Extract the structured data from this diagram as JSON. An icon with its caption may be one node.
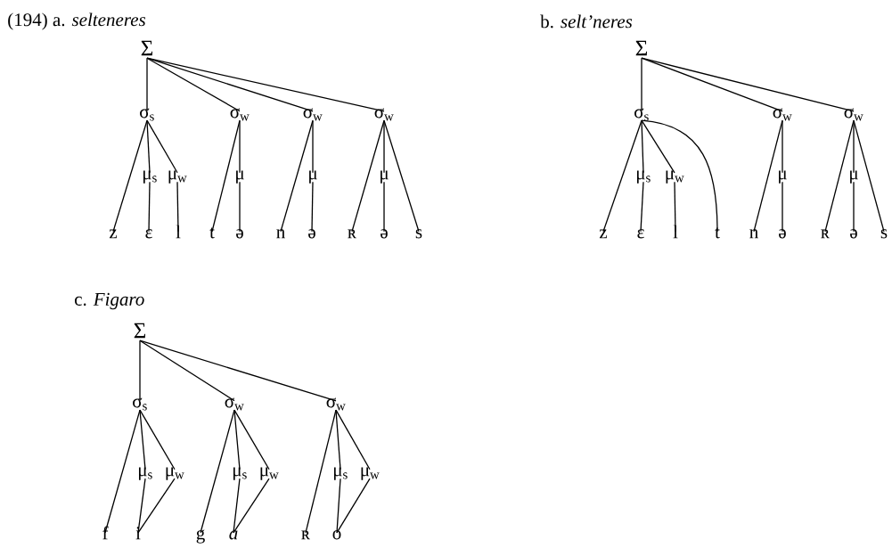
{
  "diagram": {
    "nodes": [
      {
        "text": [
          "Σ"
        ]
      },
      {
        "text": [
          "σ$_{s}$"
        ]
      },
      {
        "text": [
          "σ$_{w}$"
        ]
      },
      {
        "text": [
          "σ$_{w}$"
        ]
      },
      {
        "text": [
          "σ$_{w}$"
        ]
      },
      {
        "text": [
          "μ$_{s}$"
        ]
      },
      {
        "text": [
          "μ$_{w}$"
        ]
      },
      {
        "text": [
          "μ"
        ]
      },
      {
        "text": [
          "μ"
        ]
      },
      {
        "text": [
          "μ"
        ]
      },
      {
        "text": [
          "z"
        ]
      },
      {
        "text": [
          "ɛ"
        ]
      },
      {
        "text": [
          "l"
        ]
      },
      {
        "text": [
          "t"
        ]
      },
      {
        "text": [
          "ə"
        ]
      },
      {
        "text": [
          "n"
        ]
      },
      {
        "text": [
          "ə"
        ]
      },
      {
        "text": [
          "ʀ"
        ]
      },
      {
        "text": [
          "ə"
        ]
      },
      {
        "text": [
          "s"
        ]
      },
      {
        "text": [
          "Σ"
        ]
      },
      {
        "text": [
          "σ$_{s}$"
        ]
      },
      {
        "text": [
          "σ$_{w}$"
        ]
      },
      {
        "text": [
          "σ$_{w}$"
        ]
      },
      {
        "text": [
          "μ$_{s}$"
        ]
      },
      {
        "text": [
          "μ$_{w}$"
        ]
      },
      {
        "text": [
          "μ"
        ]
      },
      {
        "text": [
          "μ"
        ]
      },
      {
        "text": [
          "z"
        ]
      },
      {
        "text": [
          "ɛ"
        ]
      },
      {
        "text": [
          "l"
        ]
      },
      {
        "text": [
          "t"
        ]
      },
      {
        "text": [
          "n"
        ]
      },
      {
        "text": [
          "ə"
        ]
      },
      {
        "text": [
          "ʀ"
        ]
      },
      {
        "text": [
          "ə"
        ]
      },
      {
        "text": [
          "s"
        ]
      },
      {
        "text": [
          "Σ"
        ]
      },
      {
        "text": [
          "σ$_{s}$"
        ]
      },
      {
        "text": [
          "σ$_{w}$"
        ]
      },
      {
        "text": [
          "σ$_{w}$"
        ]
      },
      {
        "text": [
          "μ$_{s}$"
        ]
      },
      {
        "text": [
          "μ$_{w}$"
        ]
      },
      {
        "text": [
          "μ$_{s}$"
        ]
      },
      {
        "text": [
          "μ$_{w}$"
        ]
      },
      {
        "text": [
          "μ$_{s}$"
        ]
      },
      {
        "text": [
          "μ$_{w}$"
        ]
      },
      {
        "text": [
          "f"
        ]
      },
      {
        "text": [
          "i"
        ]
      },
      {
        "text": [
          "g"
        ]
      },
      {
        "text": [
          "a"
        ]
      },
      {
        "text": [
          "ʀ"
        ]
      },
      {
        "text": [
          "o"
        ]
      }
    ],
    "edges": [
      {
        "from": 0,
        "to": 1,
        "arrow": "none"
      },
      {
        "from": 0,
        "to": 2,
        "arrow": "none"
      },
      {
        "from": 0,
        "to": 3,
        "arrow": "none"
      },
      {
        "from": 0,
        "to": 4,
        "arrow": "none"
      },
      {
        "from": 1,
        "to": 10,
        "arrow": "none"
      },
      {
        "from": 1,
        "to": 5,
        "arrow": "none"
      },
      {
        "from": 1,
        "to": 6,
        "arrow": "none"
      },
      {
        "from": 5,
        "to": 11,
        "arrow": "none"
      },
      {
        "from": 6,
        "to": 12,
        "arrow": "none"
      },
      {
        "from": 2,
        "to": 13,
        "arrow": "none"
      },
      {
        "from": 2,
        "to": 7,
        "arrow": "none"
      },
      {
        "from": 7,
        "to": 14,
        "arrow": "none"
      },
      {
        "from": 3,
        "to": 15,
        "arrow": "none"
      },
      {
        "from": 3,
        "to": 8,
        "arrow": "none"
      },
      {
        "from": 8,
        "to": 16,
        "arrow": "none"
      },
      {
        "from": 4,
        "to": 17,
        "arrow": "none"
      },
      {
        "from": 4,
        "to": 9,
        "arrow": "none"
      },
      {
        "from": 4,
        "to": 19,
        "arrow": "none"
      },
      {
        "from": 9,
        "to": 18,
        "arrow": "none"
      },
      {
        "from": 20,
        "to": 21,
        "arrow": "none"
      },
      {
        "from": 20,
        "to": 22,
        "arrow": "none"
      },
      {
        "from": 20,
        "to": 23,
        "arrow": "none"
      },
      {
        "from": 21,
        "to": 28,
        "arrow": "none"
      },
      {
        "from": 21,
        "to": 24,
        "arrow": "none"
      },
      {
        "from": 21,
        "to": 25,
        "arrow": "none"
      },
      {
        "from": 21,
        "to": 31,
        "arrow": "none"
      },
      {
        "from": 24,
        "to": 29,
        "arrow": "none"
      },
      {
        "from": 25,
        "to": 30,
        "arrow": "none"
      },
      {
        "from": 22,
        "to": 32,
        "arrow": "none"
      },
      {
        "from": 22,
        "to": 26,
        "arrow": "none"
      },
      {
        "from": 26,
        "to": 33,
        "arrow": "none"
      },
      {
        "from": 23,
        "to": 34,
        "arrow": "none"
      },
      {
        "from": 23,
        "to": 27,
        "arrow": "none"
      },
      {
        "from": 23,
        "to": 36,
        "arrow": "none"
      },
      {
        "from": 27,
        "to": 35,
        "arrow": "none"
      },
      {
        "from": 37,
        "to": 38,
        "arrow": "none"
      },
      {
        "from": 37,
        "to": 39,
        "arrow": "none"
      },
      {
        "from": 37,
        "to": 40,
        "arrow": "none"
      },
      {
        "from": 38,
        "to": 47,
        "arrow": "none"
      },
      {
        "from": 38,
        "to": 41,
        "arrow": "none"
      },
      {
        "from": 38,
        "to": 42,
        "arrow": "none"
      },
      {
        "from": 41,
        "to": 48,
        "arrow": "none"
      },
      {
        "from": 42,
        "to": 48,
        "arrow": "none"
      },
      {
        "from": 39,
        "to": 49,
        "arrow": "none"
      },
      {
        "from": 39,
        "to": 43,
        "arrow": "none"
      },
      {
        "from": 39,
        "to": 44,
        "arrow": "none"
      },
      {
        "from": 43,
        "to": 50,
        "arrow": "none"
      },
      {
        "from": 44,
        "to": 50,
        "arrow": "none"
      },
      {
        "from": 40,
        "to": 51,
        "arrow": "none"
      },
      {
        "from": 40,
        "to": 45,
        "arrow": "none"
      },
      {
        "from": 40,
        "to": 46,
        "arrow": "none"
      },
      {
        "from": 45,
        "to": 52,
        "arrow": "none"
      },
      {
        "from": 46,
        "to": 52,
        "arrow": "none"
      }
    ],
    "labels": [
      "(194) a. *selteneres*",
      "b. *selt’neres*",
      "c. *Figaro*"
    ]
  }
}
